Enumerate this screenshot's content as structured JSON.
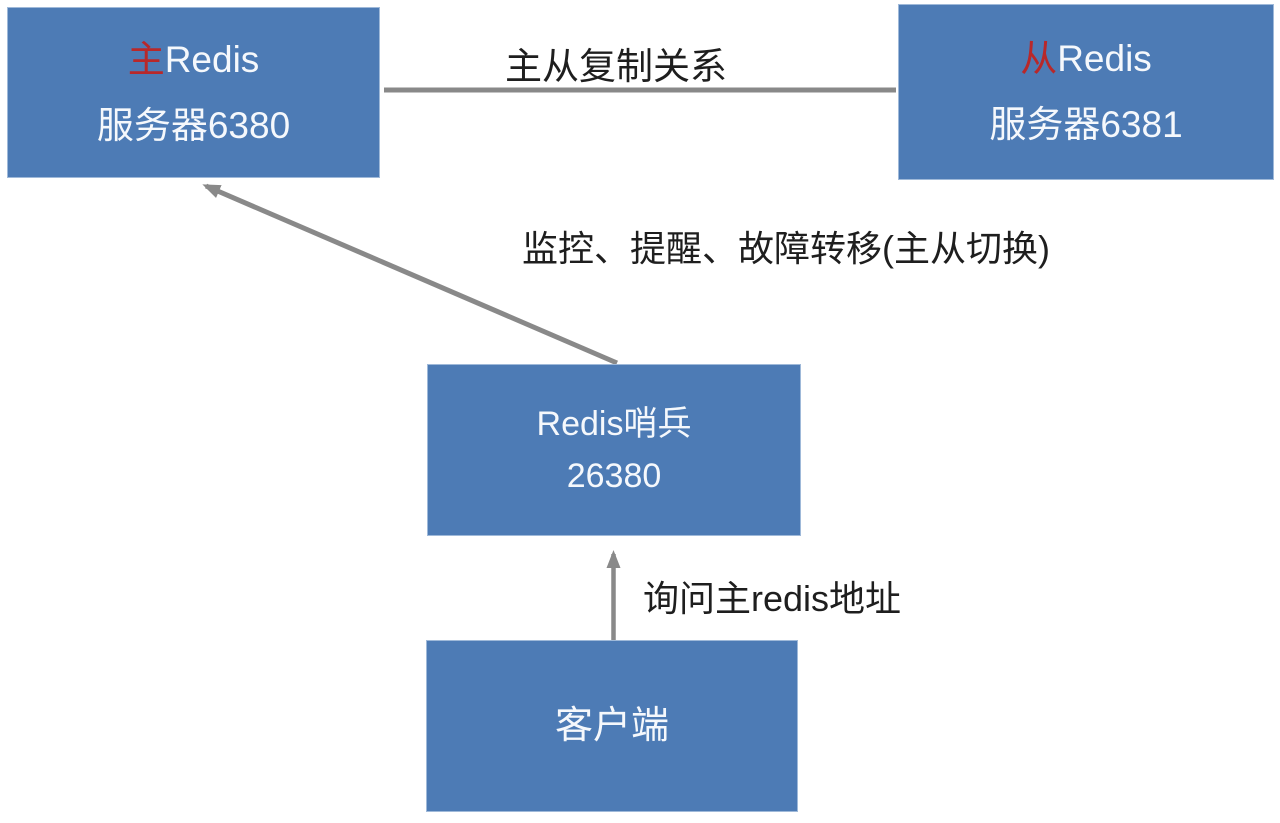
{
  "colors": {
    "background": "#ffffff",
    "box_fill": "#4d7bb5",
    "box_border": "#9fb9d9",
    "box_text": "#f5f8fc",
    "accent_red": "#b8282a",
    "line_gray": "#898989",
    "label_text": "#1e1e1e"
  },
  "nodes": {
    "master": {
      "role_char": "主",
      "name_rest": "Redis",
      "subtitle": "服务器6380"
    },
    "slave": {
      "role_char": "从",
      "name_rest": "Redis",
      "subtitle": "服务器6381"
    },
    "sentinel": {
      "title": "Redis哨兵",
      "port": "26380"
    },
    "client": {
      "title": "客户端"
    }
  },
  "edges": {
    "replication": {
      "label": "主从复制关系",
      "from": "master",
      "to": "slave",
      "style": "plain-line"
    },
    "monitoring": {
      "label": "监控、提醒、故障转移(主从切换)",
      "from": "sentinel",
      "to": "master",
      "style": "arrow"
    },
    "query": {
      "label": "询问主redis地址",
      "from": "client",
      "to": "sentinel",
      "style": "arrow"
    }
  }
}
